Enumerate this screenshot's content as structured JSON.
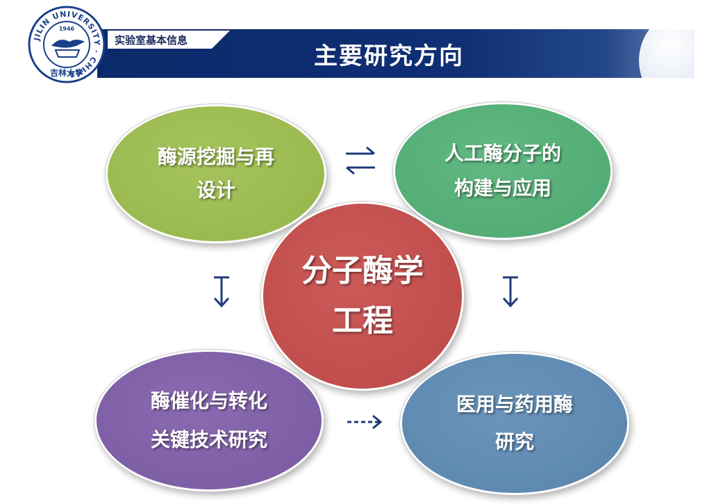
{
  "header": {
    "title": "主要研究方向",
    "subtitle": "实验室基本信息",
    "band_color": "#0f2e74"
  },
  "logo": {
    "ring_text": "JILIN UNIVERSITY · CHINA",
    "year": "1946",
    "calligraphy": "吉林大学",
    "color": "#1a3f8a"
  },
  "diagram": {
    "center": {
      "lines": [
        "分子酶学",
        "工程"
      ],
      "color": "#c24f4d"
    },
    "top_left": {
      "lines": [
        "酶源挖掘与再",
        "设计"
      ],
      "color": "#9aba50"
    },
    "top_right": {
      "lines": [
        "人工酶分子的",
        "构建与应用"
      ],
      "color": "#54ad76"
    },
    "bottom_left": {
      "lines": [
        "酶催化与转化",
        "关键技术研究"
      ],
      "color": "#7e5fa5"
    },
    "bottom_right": {
      "lines": [
        "医用与药用酶",
        "研究"
      ],
      "color": "#5e89b1"
    },
    "arrows": {
      "top": "bidirectional-horizontal",
      "left": "down-with-bar",
      "right": "down-with-bar",
      "bottom": "dashed-right"
    },
    "arrow_color": "#1f3a7a"
  }
}
